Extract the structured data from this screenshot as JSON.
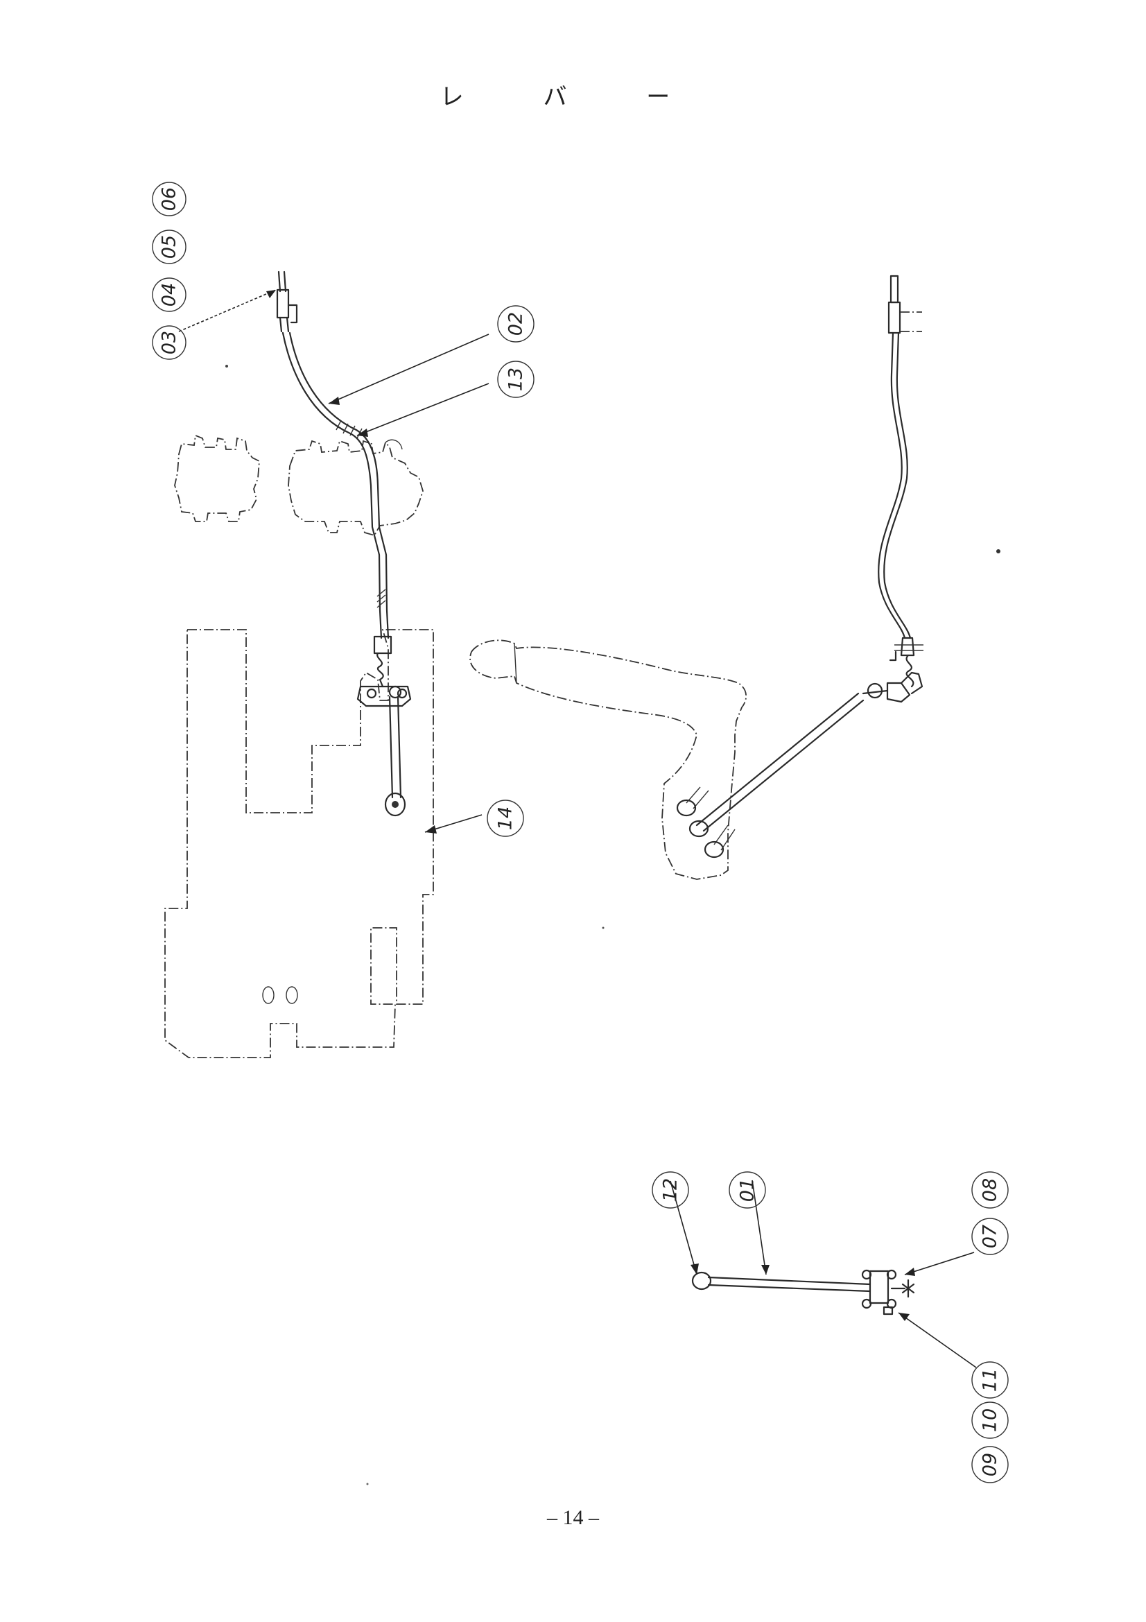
{
  "page": {
    "title": "レ バ ー",
    "page_number": "– 14 –"
  },
  "callouts": {
    "c01": "01",
    "c02": "02",
    "c03": "03",
    "c04": "04",
    "c05": "05",
    "c06": "06",
    "c07": "07",
    "c08": "08",
    "c09": "09",
    "c10": "10",
    "c11": "11",
    "c12": "12",
    "c13": "13",
    "c14": "14"
  }
}
